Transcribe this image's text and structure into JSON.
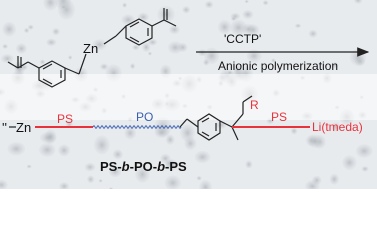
{
  "colors": {
    "bond": "#222222",
    "ps_red": "#e8323c",
    "po_blue": "#3a5fb0",
    "label_text": "#111111",
    "bg_light": "#e8ebee",
    "bg_dark": "#b4bac0"
  },
  "top_scheme": {
    "zn_label": "Zn",
    "arrow_label_above": "'CCTP'",
    "arrow_label_below": "Anionic polymerization"
  },
  "bottom_scheme": {
    "chain_start": "''",
    "zn_label": "Zn",
    "ps_left_label": "PS",
    "po_label": "PO",
    "ps_right_label": "PS",
    "r_label": "R",
    "end_label": "Li(tmeda)",
    "copolymer_parts": [
      "PS-",
      "b",
      "-PO-",
      "b",
      "-PS"
    ]
  }
}
